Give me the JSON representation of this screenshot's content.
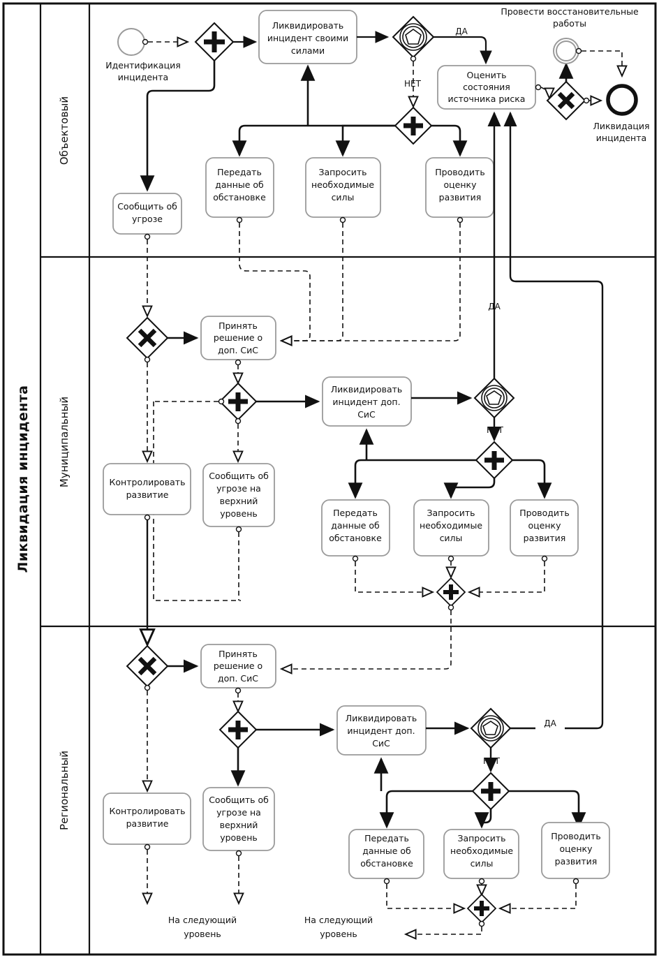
{
  "diagram": {
    "title": "Ликвидация инцидента",
    "type": "bpmn-pool",
    "lanes": [
      {
        "id": "lane-object",
        "label": "Объектовый"
      },
      {
        "id": "lane-municipal",
        "label": "Муниципальный"
      },
      {
        "id": "lane-regional",
        "label": "Региональный"
      }
    ]
  },
  "colors": {
    "stroke": "#111111",
    "task_border": "#9a9a9a",
    "start_event": "#9a9a9a",
    "background": "#ffffff"
  },
  "labels": {
    "yes": "ДА",
    "no": "НЕТ",
    "next_level": "На следующий уровень"
  },
  "lane_object": {
    "start_event": {
      "name": "Идентификация инцидента"
    },
    "gateway_parallel_1": {
      "symbol": "+"
    },
    "task_eliminate": {
      "name": "Ликвидировать инцидент своими силами"
    },
    "gateway_event_1": {
      "symbol": "pentagon"
    },
    "task_assess": {
      "name": "Оценить состояния источника риска"
    },
    "intermediate_event": {
      "name": "Провести восстановительные работы"
    },
    "gateway_exclusive_end": {
      "symbol": "X"
    },
    "end_event": {
      "name": "Ликвидация инцидента"
    },
    "gateway_parallel_2": {
      "symbol": "+"
    },
    "tasks": [
      {
        "name": "Передать данные об обстановке"
      },
      {
        "name": "Запросить необходимые силы"
      },
      {
        "name": "Проводить оценку развития"
      }
    ],
    "task_report": {
      "name": "Сообщить об угрозе"
    }
  },
  "lane_municipal": {
    "gateway_exclusive": {
      "symbol": "X"
    },
    "task_decide": {
      "name": "Принять решение о доп. СиС"
    },
    "gateway_parallel_1": {
      "symbol": "+"
    },
    "task_eliminate": {
      "name": "Ликвидировать инцидент доп. СиС"
    },
    "gateway_event": {
      "symbol": "pentagon"
    },
    "gateway_parallel_2": {
      "symbol": "+"
    },
    "gateway_parallel_3": {
      "symbol": "+"
    },
    "task_control": {
      "name": "Контролировать развитие"
    },
    "task_report_up": {
      "name": "Сообщить об угрозе на верхний уровень"
    },
    "tasks": [
      {
        "name": "Передать данные об обстановке"
      },
      {
        "name": "Запросить необходимые силы"
      },
      {
        "name": "Проводить оценку развития"
      }
    ]
  },
  "lane_regional": {
    "gateway_exclusive": {
      "symbol": "X"
    },
    "task_decide": {
      "name": "Принять решение о доп. СиС"
    },
    "gateway_parallel_1": {
      "symbol": "+"
    },
    "task_eliminate": {
      "name": "Ликвидировать инцидент доп. СиС"
    },
    "gateway_event": {
      "symbol": "pentagon"
    },
    "gateway_parallel_2": {
      "symbol": "+"
    },
    "gateway_parallel_3": {
      "symbol": "+"
    },
    "task_control": {
      "name": "Контролировать развитие"
    },
    "task_report_up": {
      "name": "Сообщить об угрозе на верхний уровень"
    },
    "tasks": [
      {
        "name": "Передать данные об обстановке"
      },
      {
        "name": "Запросить необходимые силы"
      },
      {
        "name": "Проводить оценку развития"
      }
    ],
    "exit_left": "На следующий уровень",
    "exit_right": "На следующий уровень"
  }
}
